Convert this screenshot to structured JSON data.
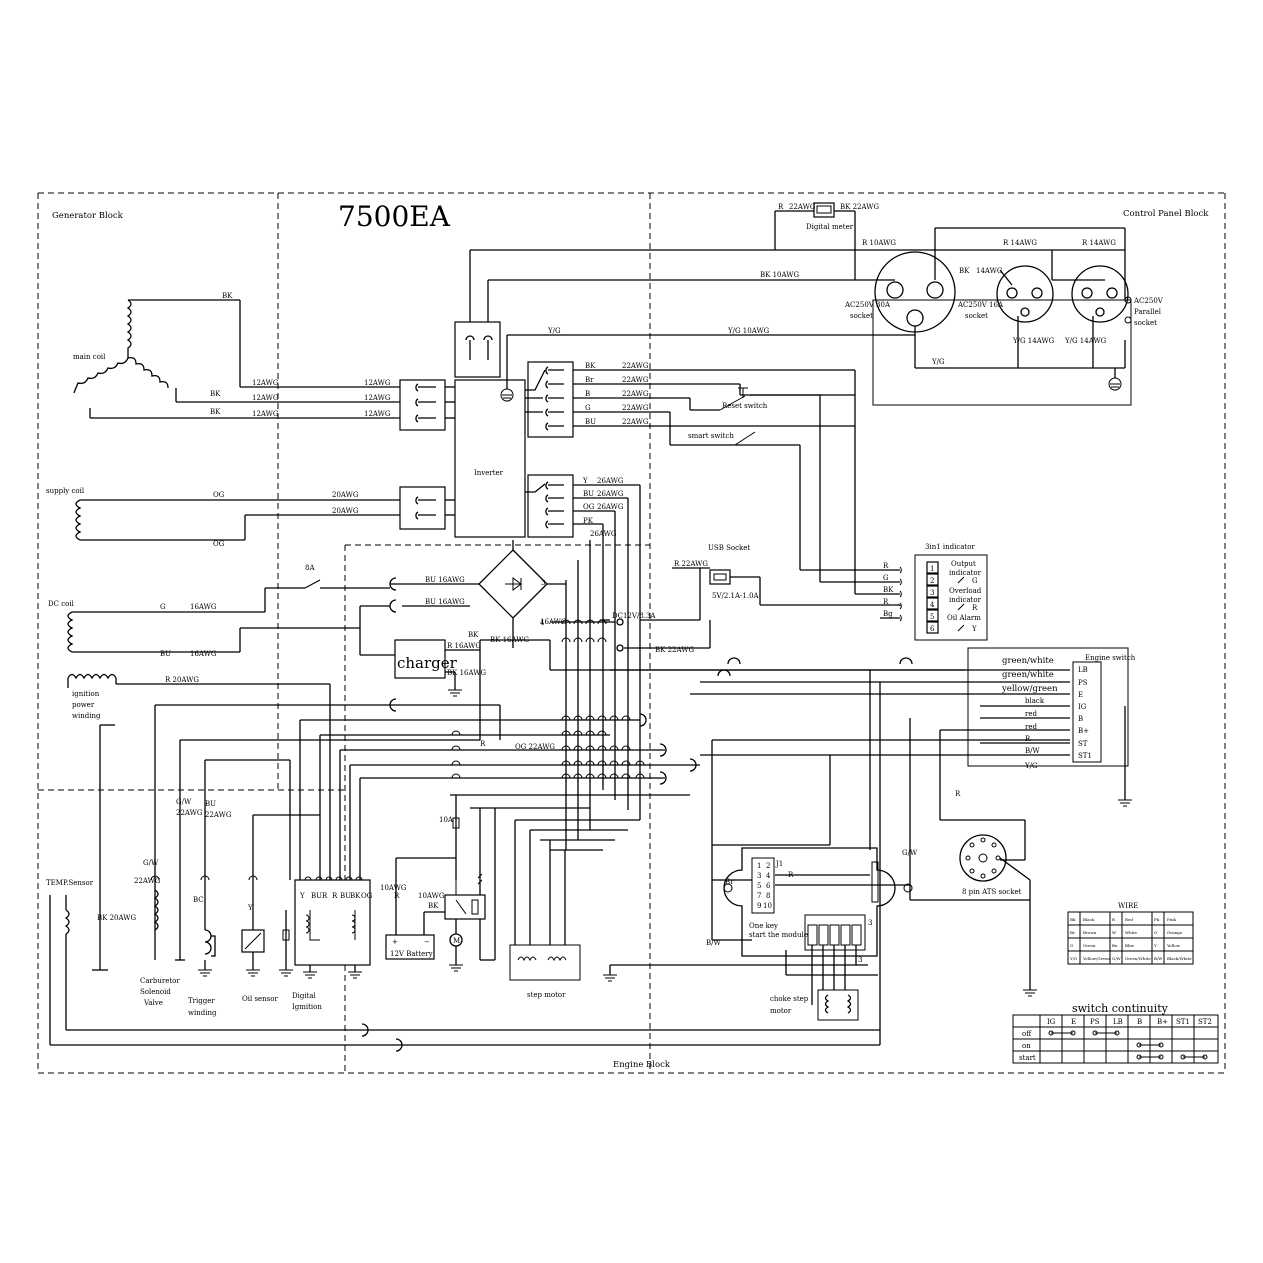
{
  "title": "7500EA",
  "blocks": {
    "generator": "Generator Block",
    "control_panel": "Control Panel Block",
    "engine": "Engine Block"
  },
  "generator": {
    "main_coil": "main coil",
    "supply_coil": "supply coil",
    "dc_coil": "DC coil",
    "ignition": [
      "ignition",
      "power",
      "winding"
    ],
    "temp_sensor": "TEMP.Sensor"
  },
  "components": {
    "inverter": "Inverter",
    "charger": "charger",
    "digital_meter": "Digital meter",
    "reset_switch": "Reset switch",
    "smart_switch": "smart switch",
    "usb_socket": "USB Socket",
    "usb_rating": "5V/2.1A-1.0A",
    "dc_out": "DC12V/8.3A",
    "battery": "12V Battery",
    "fuse": "10A",
    "breaker": "8A",
    "step_motor": "step motor",
    "choke": [
      "choke step",
      "motor"
    ],
    "carburetor": [
      "Carburetor",
      "Solenoid",
      "Valve"
    ],
    "trigger": [
      "Trigger",
      "winding"
    ],
    "oil_sensor": "Oil sensor",
    "digital_ignition": [
      "Digital",
      "Igmition"
    ],
    "ats_socket": "8 pin ATS socket",
    "one_key": [
      "One key",
      "start the module"
    ]
  },
  "sockets": {
    "s30a": [
      "AC250V 30A",
      "socket"
    ],
    "s16a": [
      "AC250V 16A",
      "socket"
    ],
    "parallel": [
      "AC250V",
      "Parallel",
      "socket"
    ]
  },
  "indicator": {
    "title": "3in1 indicator",
    "output": [
      "Output",
      "indicator"
    ],
    "overload": [
      "Overload",
      "indicator"
    ],
    "oil": "Oil Alarm",
    "pins": [
      "1",
      "2",
      "3",
      "4",
      "5",
      "6"
    ],
    "colors": [
      "G",
      "R",
      "Y"
    ],
    "wires": [
      "R",
      "G",
      "BK",
      "R",
      "Bg"
    ]
  },
  "engine_switch": {
    "title": "Engine switch",
    "wires": [
      "green/white",
      "green/white",
      "yellow/green",
      "black",
      "red",
      "red",
      "R",
      "B/W",
      "Y/G"
    ],
    "pins": [
      "LB",
      "PS",
      "E",
      "IG",
      "B",
      "B+",
      "ST",
      "ST1"
    ]
  },
  "wire_labels": {
    "bk": "BK",
    "r": "R",
    "og": "OG",
    "bu": "BU",
    "yg": "Y/G",
    "gw": "G/W",
    "y": "Y",
    "bw": "B/W",
    "g": "G",
    "br": "Br",
    "b": "B",
    "pk": "PK",
    "bc": "BC",
    "awg10": "10AWG",
    "awg12": "12AWG",
    "awg14": "14AWG",
    "awg16": "16AWG",
    "awg20": "20AWG",
    "awg22": "22AWG",
    "awg26": "26AWG",
    "bk22": "BK 22AWG",
    "r22": "R 22AWG",
    "bk10": "BK  10AWG",
    "r10": "R   10AWG",
    "r14": "R   14AWG",
    "yg10": "Y/G 10AWG",
    "yg14": "Y/G 14AWG",
    "bk14": "BK",
    "bu16": "BU 16AWG",
    "r16": "R 16AWG",
    "bk16": "BK 16AWG",
    "og22": "OG  22AWG",
    "r20": "R   20AWG",
    "bk20": "BK  20AWG",
    "gw22": [
      "G/W",
      "22AWG"
    ],
    "bu22": [
      "BU",
      "22AWG"
    ],
    "gw_coil": [
      "G/W",
      "22AWG"
    ],
    "bk_20awg": "BK  20AWG"
  },
  "ignition_pins": [
    "Y",
    "BU",
    "R",
    "R",
    "BU",
    "BK",
    "OG"
  ],
  "module_pins": [
    "1",
    "2",
    "3",
    "4",
    "5",
    "6",
    "7",
    "8",
    "9",
    "10",
    "J1"
  ],
  "wire_table": {
    "title": "WIRE",
    "rows": [
      [
        "Bk",
        "Black",
        "R",
        "Red",
        "Pk",
        "Pink"
      ],
      [
        "Br",
        "Brown",
        "W",
        "White",
        "O",
        "Orange"
      ],
      [
        "G",
        "Green",
        "Bu",
        "Blue",
        "Y",
        "Yellow"
      ],
      [
        "Y/G",
        "Yellow/Green",
        "G/W",
        "Green/White",
        "B/W",
        "Black/White"
      ]
    ]
  },
  "continuity": {
    "title": "switch continuity",
    "headers": [
      "IG",
      "E",
      "PS",
      "LB",
      "B",
      "B+",
      "ST1",
      "ST2"
    ],
    "rows": [
      "off",
      "on",
      "start"
    ]
  }
}
